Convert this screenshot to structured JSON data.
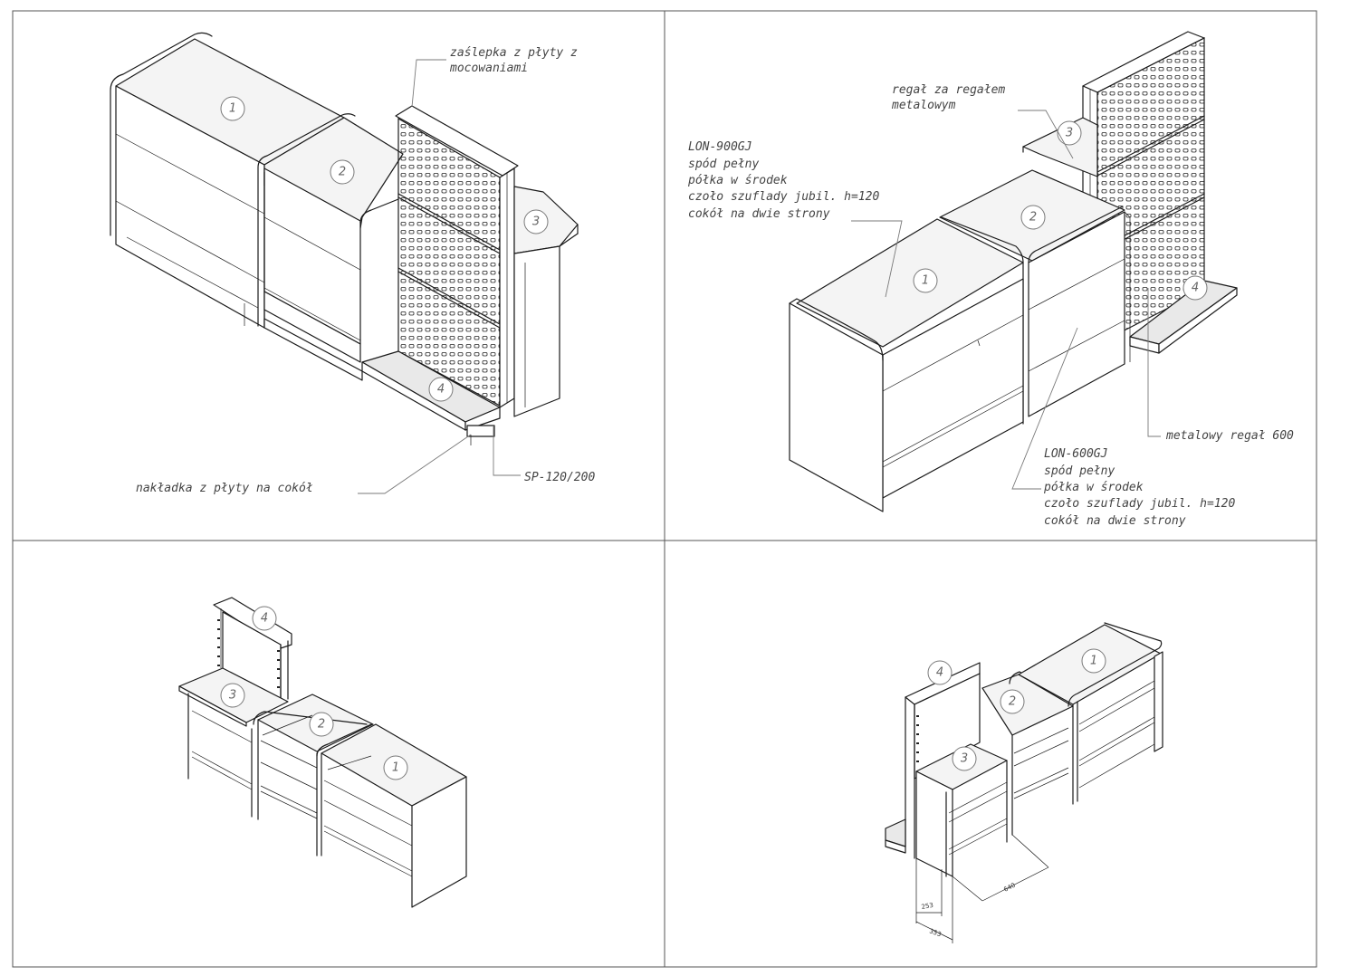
{
  "callouts": {
    "c1": "1",
    "c2": "2",
    "c3": "3",
    "c4": "4"
  },
  "panel1": {
    "label_blanking": [
      "zaślepka z płyty z",
      "mocowaniami"
    ],
    "label_overlay": "nakładka z płyty na cokół",
    "label_sp": "SP-120/200"
  },
  "panel2": {
    "label_rack_behind": [
      "regał za regałem",
      "metalowym"
    ],
    "label_lon900": [
      "LON-900GJ",
      "spód pełny",
      "półka w środek",
      "czoło szuflady jubil. h=120",
      "cokół na dwie strony"
    ],
    "label_lon600": [
      "LON-600GJ",
      "spód pełny",
      "półka w środek",
      "czoło szuflady jubil. h=120",
      "cokół na dwie strony"
    ],
    "label_metal_rack": "metalowy regał 600"
  },
  "panel4": {
    "dims": {
      "d640": "640",
      "d253": "253",
      "d353": "353"
    }
  }
}
